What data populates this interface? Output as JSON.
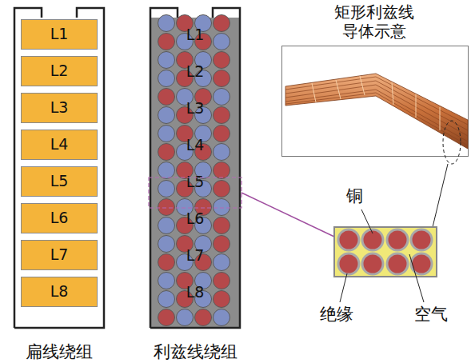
{
  "diagram": {
    "nodes": [
      {
        "text": [
          "扁线绕组"
        ]
      },
      {
        "text": [
          "L1"
        ],
        "in": 0
      },
      {
        "text": [
          "L2"
        ],
        "in": 0
      },
      {
        "text": [
          "L3"
        ],
        "in": 0
      },
      {
        "text": [
          "L4"
        ],
        "in": 0
      },
      {
        "text": [
          "L5"
        ],
        "in": 0
      },
      {
        "text": [
          "L6"
        ],
        "in": 0
      },
      {
        "text": [
          "L7"
        ],
        "in": 0
      },
      {
        "text": [
          "L8"
        ],
        "in": 0
      },
      {
        "text": [
          "利兹线绕组",
          "L1",
          "L2",
          "L3",
          "L4",
          "L5",
          "L6",
          "L7",
          "L8"
        ]
      },
      {
        "text": [
          "矩形利兹线 导体示意"
        ]
      }
    ],
    "labels": [
      "铜",
      "绝缘",
      "空气"
    ]
  }
}
